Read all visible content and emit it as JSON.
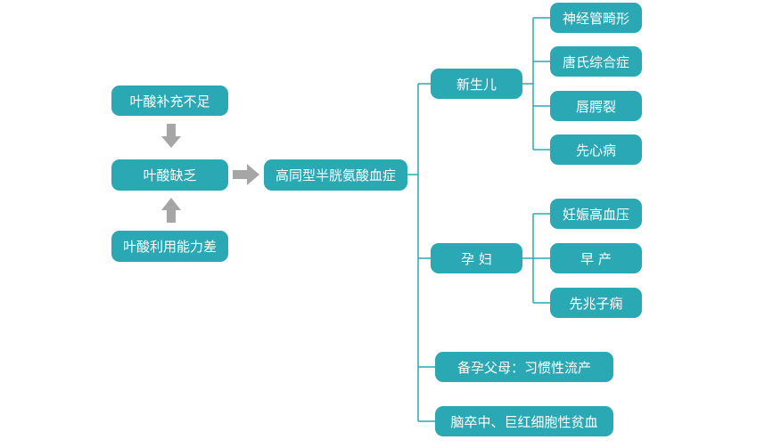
{
  "colors": {
    "node_fill": "#2aa8b4",
    "node_text": "#ffffff",
    "connector": "#2aa8b4",
    "arrow": "#a6a6a6"
  },
  "left": {
    "top": "叶酸补充不足",
    "middle": "叶酸缺乏",
    "bottom": "叶酸利用能力差"
  },
  "center": "高同型半胱氨酸血症",
  "branches": {
    "newborn": {
      "label": "新生儿",
      "items": [
        "神经管畸形",
        "唐氏综合症",
        "唇腭裂",
        "先心病"
      ]
    },
    "pregnant": {
      "label": "孕 妇",
      "items": [
        "妊娠高血压",
        "早 产",
        "先兆子痫"
      ]
    },
    "parents": "备孕父母：习惯性流产",
    "stroke": "脑卒中、巨红细胞性贫血"
  }
}
